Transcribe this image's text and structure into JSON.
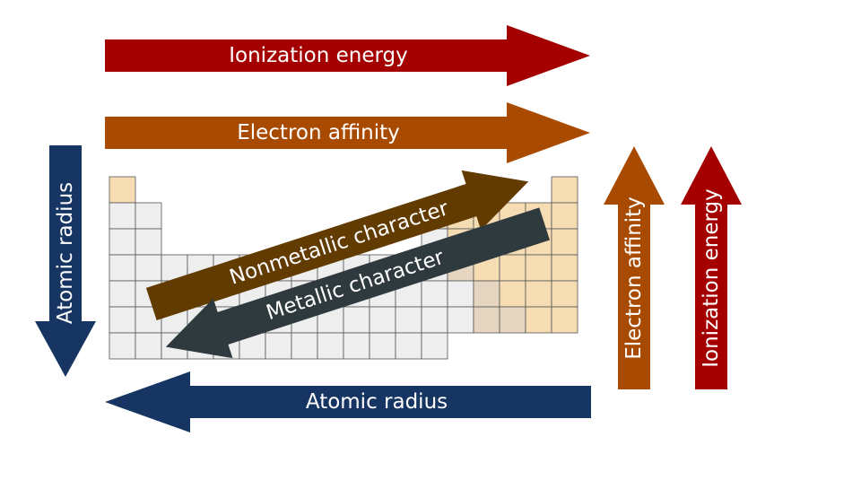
{
  "labels": {
    "ionization_h": "Ionization energy",
    "affinity_h": "Electron affinity",
    "radius_v": "Atomic radius",
    "radius_h": "Atomic radius",
    "affinity_v": "Electron affinity",
    "ionization_v": "Ionization energy",
    "nonmetallic": "Nonmetallic character",
    "metallic": "Metallic character"
  },
  "colors": {
    "ionization": "#a50000",
    "affinity": "#a84a00",
    "radius": "#173563",
    "nonmetallic": "#623b00",
    "metallic": "#2f3a3f",
    "metal_cell": "#eeeeee",
    "nonmetal_cell": "#f5dcb3",
    "metalloid_cell": "#e6d5c0",
    "cell_border": "#555555"
  }
}
